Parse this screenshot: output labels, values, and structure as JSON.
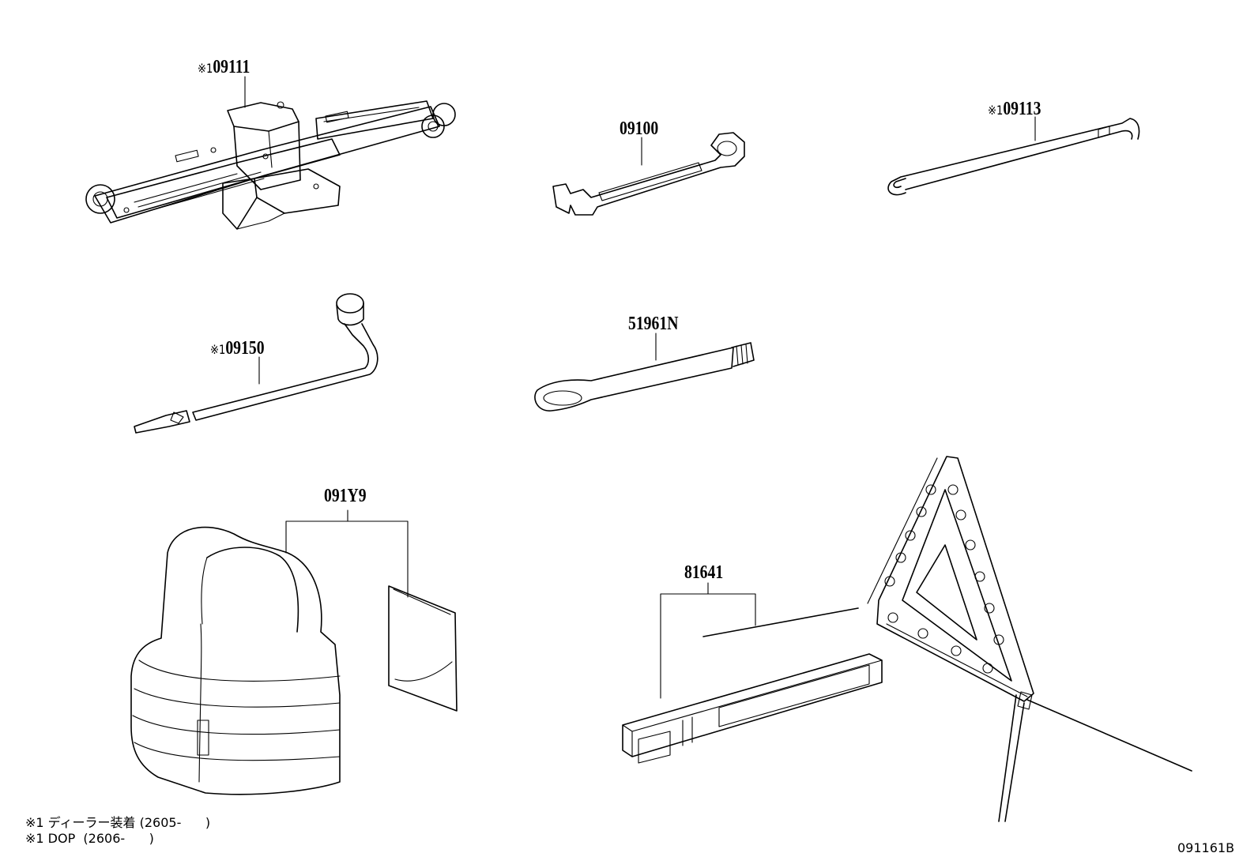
{
  "parts": {
    "jack": {
      "mark": "※1",
      "number": "09111"
    },
    "wrench": {
      "number": "09100"
    },
    "hook": {
      "mark": "※1",
      "number": "09113"
    },
    "lug_wrench": {
      "mark": "※1",
      "number": "09150"
    },
    "extension": {
      "number": "51961N"
    },
    "vest": {
      "number": "091Y9"
    },
    "triangle": {
      "number": "81641"
    }
  },
  "notes": [
    "※1 ディーラー装着 (2605-      )",
    "※1 DOP  (2606-      )"
  ],
  "diagram_code": "091161B"
}
